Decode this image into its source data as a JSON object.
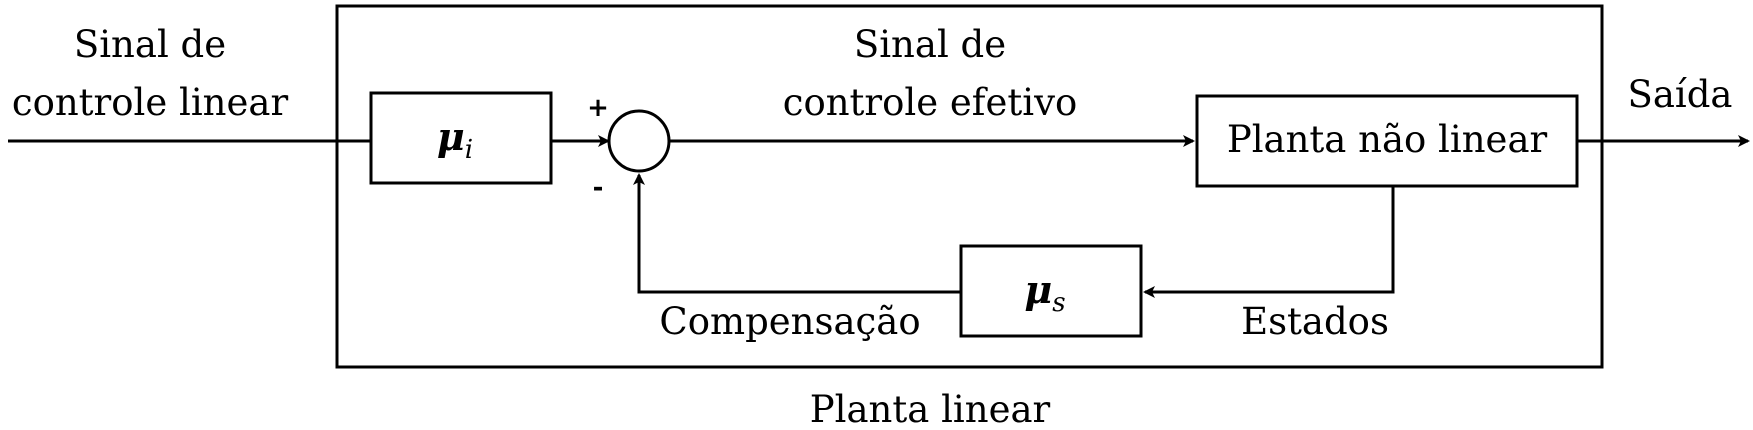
{
  "input_label": {
    "line1": "Sinal de",
    "line2": "controle linear"
  },
  "effective_label": {
    "line1": "Sinal de",
    "line2": "controle efetivo"
  },
  "output_label": "Saída",
  "states_label": "Estados",
  "compensation_label": "Compensação",
  "outer_label": "Planta linear",
  "blocks": {
    "mu_i": {
      "symbol": "μ",
      "subscript": "i"
    },
    "mu_s": {
      "symbol": "μ",
      "subscript": "s"
    },
    "plant": "Planta não linear"
  },
  "summing_junction": {
    "plus": "+",
    "minus": "-"
  }
}
